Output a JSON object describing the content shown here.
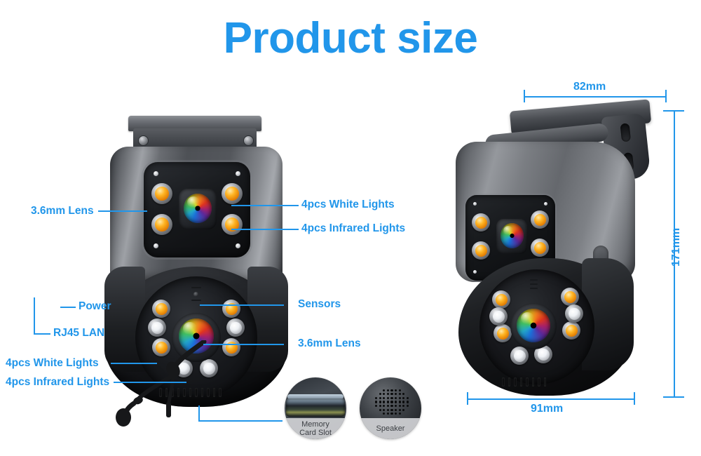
{
  "page": {
    "title": "Product size",
    "accent_color": "#2196ea",
    "background_color": "#ffffff"
  },
  "callouts": {
    "lens_top_left": "3.6mm Lens",
    "white_lights_top": "4pcs White Lights",
    "infrared_lights_top": "4pcs Infrared Lights",
    "power": "Power",
    "rj45_lan": "RJ45 LAN",
    "sensors": "Sensors",
    "lens_bottom_right": "3.6mm Lens",
    "white_lights_bottom": "4pcs White Lights",
    "infrared_lights_bottom": "4pcs Infrared Lights"
  },
  "detail_bubbles": [
    {
      "name": "memory-card-slot",
      "label_line1": "Memory",
      "label_line2": "Card Slot"
    },
    {
      "name": "speaker",
      "label_line1": "Speaker",
      "label_line2": ""
    }
  ],
  "dimensions": {
    "width_top": "82mm",
    "height_right": "171mm",
    "width_bottom": "91mm"
  }
}
